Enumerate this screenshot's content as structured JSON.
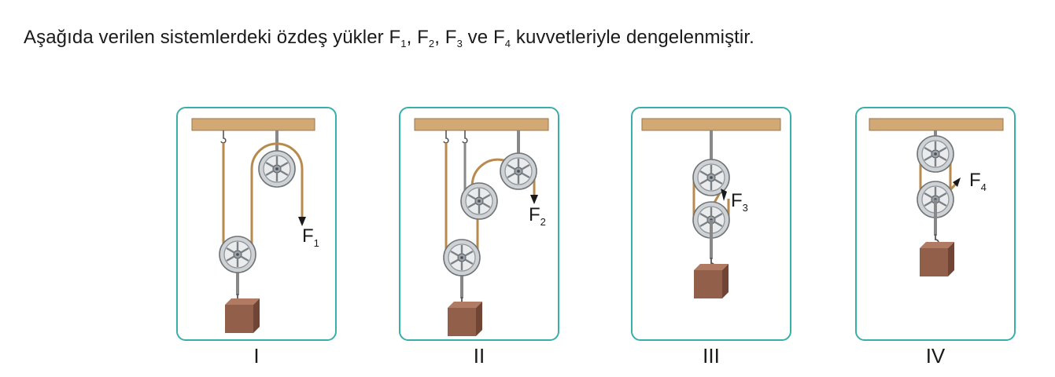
{
  "question": {
    "part1": "Aşağıda verilen sistemlerdeki özdeş yükler F",
    "sub1": "1",
    "part2": ", F",
    "sub2": "2",
    "part3": ", F",
    "sub3": "3",
    "part4": " ve F",
    "sub4": "4",
    "part5": " kuvvetleriyle dengelenmiştir."
  },
  "systems": [
    {
      "label": "I",
      "force_letter": "F",
      "force_index": "1"
    },
    {
      "label": "II",
      "force_letter": "F",
      "force_index": "2"
    },
    {
      "label": "III",
      "force_letter": "F",
      "force_index": "3"
    },
    {
      "label": "IV",
      "force_letter": "F",
      "force_index": "4"
    }
  ],
  "colors": {
    "frame_border": "#3aaea8",
    "ceiling_beam": "#d2a875",
    "rope": "#b88a4e",
    "load_block": "#925f4a",
    "pulley": "#c9cccf"
  }
}
